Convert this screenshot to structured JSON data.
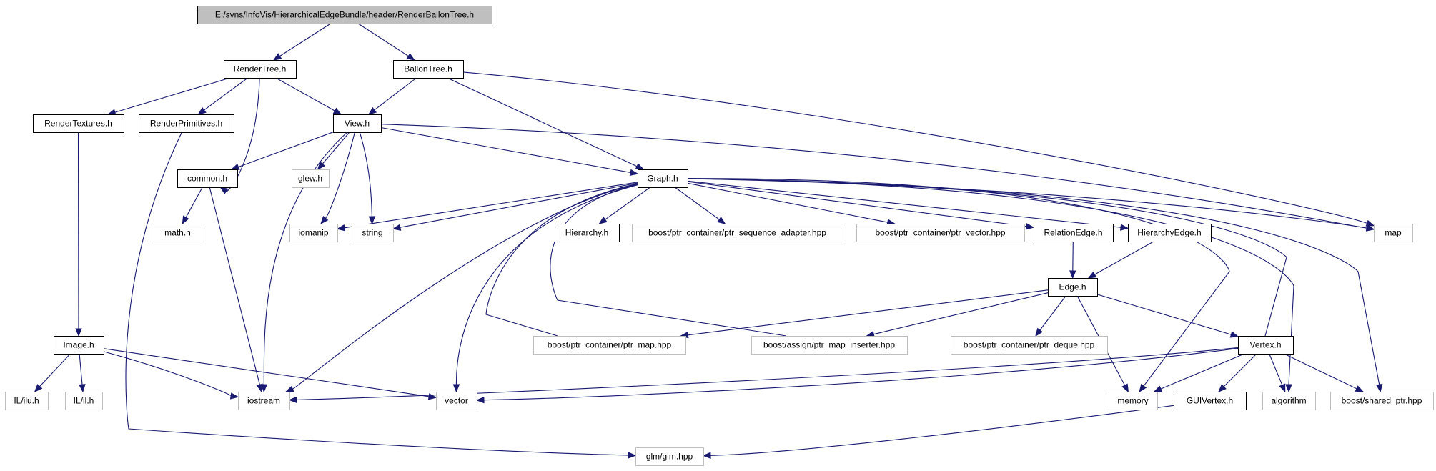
{
  "diagram": {
    "nodes": [
      {
        "id": "root",
        "label": "E:/svns/InfoVis/HierarchicalEdgeBundle/header/RenderBallonTree.h",
        "kind": "root"
      },
      {
        "id": "rendertree",
        "label": "RenderTree.h",
        "kind": "doc"
      },
      {
        "id": "ballontree",
        "label": "BallonTree.h",
        "kind": "doc"
      },
      {
        "id": "rendertextures",
        "label": "RenderTextures.h",
        "kind": "doc"
      },
      {
        "id": "renderprimitives",
        "label": "RenderPrimitives.h",
        "kind": "doc"
      },
      {
        "id": "view",
        "label": "View.h",
        "kind": "doc"
      },
      {
        "id": "common",
        "label": "common.h",
        "kind": "doc"
      },
      {
        "id": "glew",
        "label": "glew.h",
        "kind": "ext"
      },
      {
        "id": "graph",
        "label": "Graph.h",
        "kind": "doc"
      },
      {
        "id": "map",
        "label": "map",
        "kind": "ext"
      },
      {
        "id": "math",
        "label": "math.h",
        "kind": "ext"
      },
      {
        "id": "iomanip",
        "label": "iomanip",
        "kind": "ext"
      },
      {
        "id": "string",
        "label": "string",
        "kind": "ext"
      },
      {
        "id": "hierarchy",
        "label": "Hierarchy.h",
        "kind": "doc"
      },
      {
        "id": "ptrseq",
        "label": "boost/ptr_container/ptr_sequence_adapter.hpp",
        "kind": "ext"
      },
      {
        "id": "ptrvec",
        "label": "boost/ptr_container/ptr_vector.hpp",
        "kind": "ext"
      },
      {
        "id": "relationedge",
        "label": "RelationEdge.h",
        "kind": "doc"
      },
      {
        "id": "hierarchyedge",
        "label": "HierarchyEdge.h",
        "kind": "doc"
      },
      {
        "id": "edge",
        "label": "Edge.h",
        "kind": "doc"
      },
      {
        "id": "image",
        "label": "Image.h",
        "kind": "doc"
      },
      {
        "id": "ptrmap",
        "label": "boost/ptr_container/ptr_map.hpp",
        "kind": "ext"
      },
      {
        "id": "ptrmapins",
        "label": "boost/assign/ptr_map_inserter.hpp",
        "kind": "ext"
      },
      {
        "id": "ptrdeque",
        "label": "boost/ptr_container/ptr_deque.hpp",
        "kind": "ext"
      },
      {
        "id": "vertex",
        "label": "Vertex.h",
        "kind": "doc"
      },
      {
        "id": "ilu",
        "label": "IL/ilu.h",
        "kind": "ext"
      },
      {
        "id": "il",
        "label": "IL/il.h",
        "kind": "ext"
      },
      {
        "id": "iostream",
        "label": "iostream",
        "kind": "ext"
      },
      {
        "id": "vector",
        "label": "vector",
        "kind": "ext"
      },
      {
        "id": "memory",
        "label": "memory",
        "kind": "ext"
      },
      {
        "id": "guivertex",
        "label": "GUIVertex.h",
        "kind": "doc"
      },
      {
        "id": "algorithm",
        "label": "algorithm",
        "kind": "ext"
      },
      {
        "id": "sharedptr",
        "label": "boost/shared_ptr.hpp",
        "kind": "ext"
      },
      {
        "id": "glm",
        "label": "glm/glm.hpp",
        "kind": "ext"
      }
    ],
    "edges": [
      [
        "root",
        "rendertree"
      ],
      [
        "root",
        "ballontree"
      ],
      [
        "rendertree",
        "rendertextures"
      ],
      [
        "rendertree",
        "renderprimitives"
      ],
      [
        "rendertree",
        "view"
      ],
      [
        "rendertree",
        "common"
      ],
      [
        "ballontree",
        "view"
      ],
      [
        "ballontree",
        "graph"
      ],
      [
        "ballontree",
        "map"
      ],
      [
        "rendertextures",
        "image"
      ],
      [
        "renderprimitives",
        "glm"
      ],
      [
        "view",
        "common"
      ],
      [
        "view",
        "glew"
      ],
      [
        "view",
        "iomanip"
      ],
      [
        "view",
        "string"
      ],
      [
        "view",
        "graph"
      ],
      [
        "view",
        "map"
      ],
      [
        "view",
        "iostream"
      ],
      [
        "common",
        "math"
      ],
      [
        "common",
        "iostream"
      ],
      [
        "graph",
        "iomanip"
      ],
      [
        "graph",
        "string"
      ],
      [
        "graph",
        "hierarchy"
      ],
      [
        "graph",
        "ptrseq"
      ],
      [
        "graph",
        "ptrvec"
      ],
      [
        "graph",
        "relationedge"
      ],
      [
        "graph",
        "hierarchyedge"
      ],
      [
        "graph",
        "map"
      ],
      [
        "graph",
        "ptrmap"
      ],
      [
        "graph",
        "ptrmapins"
      ],
      [
        "graph",
        "vector"
      ],
      [
        "graph",
        "iostream"
      ],
      [
        "graph",
        "memory"
      ],
      [
        "graph",
        "vertex"
      ],
      [
        "graph",
        "algorithm"
      ],
      [
        "graph",
        "sharedptr"
      ],
      [
        "relationedge",
        "edge"
      ],
      [
        "hierarchyedge",
        "edge"
      ],
      [
        "edge",
        "ptrmap"
      ],
      [
        "edge",
        "ptrmapins"
      ],
      [
        "edge",
        "ptrdeque"
      ],
      [
        "edge",
        "memory"
      ],
      [
        "edge",
        "vertex"
      ],
      [
        "image",
        "ilu"
      ],
      [
        "image",
        "il"
      ],
      [
        "image",
        "iostream"
      ],
      [
        "image",
        "vector"
      ],
      [
        "vertex",
        "iostream"
      ],
      [
        "vertex",
        "vector"
      ],
      [
        "vertex",
        "memory"
      ],
      [
        "vertex",
        "guivertex"
      ],
      [
        "vertex",
        "algorithm"
      ],
      [
        "vertex",
        "sharedptr"
      ],
      [
        "guivertex",
        "glm"
      ]
    ]
  }
}
